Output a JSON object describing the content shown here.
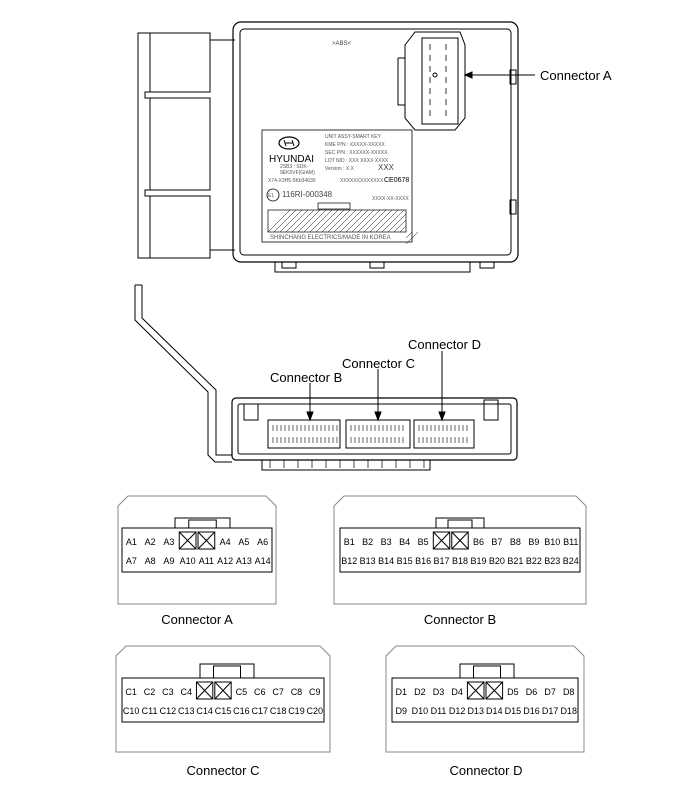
{
  "module": {
    "abs_mark": ">ABS<",
    "label_lines": [
      "UNIT ASSY-SMART KEY",
      "KME P/N : XXXXX-XXXXX",
      "SEC P/N : XXXXXX-XXXXX",
      "LOT N/D : XXX XXXX XXXX",
      "Version : X.X"
    ],
    "version_code": "XXX",
    "brand": "HYUNDAI",
    "small_code_1": "2SB3 : SDK-",
    "small_code_2": "9EK5VF(GIAM)",
    "barcode_text": "X74-X3H5-5Kb34630",
    "serial_marks": "XXXXXXXXXXXXX",
    "ce_mark": "CE0678",
    "e_mark": "E1",
    "approval": "116RI-000348",
    "date_code": "XXXX-XX-XXXX",
    "maker": "SHINCHANG ELECTRICS/MADE IN KOREA"
  },
  "callouts": {
    "a": "Connector A",
    "b": "Connector B",
    "c": "Connector C",
    "d": "Connector D"
  },
  "connectors": [
    {
      "caption": "Connector A",
      "row1_left": [
        "A1",
        "A2",
        "A3"
      ],
      "row1_right": [
        "A4",
        "A5",
        "A6"
      ],
      "row2": [
        "A7",
        "A8",
        "A9",
        "A10",
        "A11",
        "A12",
        "A13",
        "A14"
      ]
    },
    {
      "caption": "Connector B",
      "row1_left": [
        "B1",
        "B2",
        "B3",
        "B4",
        "B5"
      ],
      "row1_right": [
        "B6",
        "B7",
        "B8",
        "B9",
        "B10",
        "B11"
      ],
      "row2": [
        "B12",
        "B13",
        "B14",
        "B15",
        "B16",
        "B17",
        "B18",
        "B19",
        "B20",
        "B21",
        "B22",
        "B23",
        "B24"
      ]
    },
    {
      "caption": "Connector C",
      "row1_left": [
        "C1",
        "C2",
        "C3",
        "C4"
      ],
      "row1_right": [
        "C5",
        "C6",
        "C7",
        "C8",
        "C9"
      ],
      "row2": [
        "C10",
        "C11",
        "C12",
        "C13",
        "C14",
        "C15",
        "C16",
        "C17",
        "C18",
        "C19",
        "C20"
      ]
    },
    {
      "caption": "Connector D",
      "row1_left": [
        "D1",
        "D2",
        "D3",
        "D4"
      ],
      "row1_right": [
        "D5",
        "D6",
        "D7",
        "D8"
      ],
      "row2": [
        "D9",
        "D10",
        "D11",
        "D12",
        "D13",
        "D14",
        "D15",
        "D16",
        "D17",
        "D18"
      ]
    }
  ]
}
